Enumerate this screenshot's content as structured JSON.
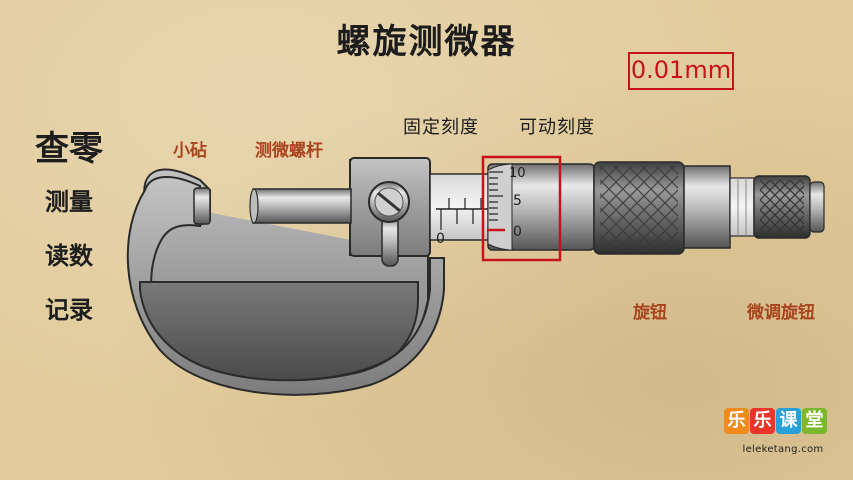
{
  "title": "螺旋测微器",
  "precision": "0.01mm",
  "menu": [
    "查零",
    "测量",
    "读数",
    "记录"
  ],
  "parts": {
    "anvil": "小砧",
    "spindle": "测微螺杆",
    "thimble_knob": "旋钮",
    "ratchet_knob": "微调旋钮"
  },
  "scales": {
    "fixed": "固定刻度",
    "movable": "可动刻度"
  },
  "scale_numbers": {
    "fixed_zero": "0",
    "movable": [
      "10",
      "5",
      "0"
    ]
  },
  "logo": {
    "chars": [
      "乐",
      "乐",
      "课",
      "堂"
    ],
    "url": "leleketang.com"
  },
  "colors": {
    "highlight": "#c8121a",
    "part_label": "#a8451e",
    "background": "#e2cc9c"
  }
}
